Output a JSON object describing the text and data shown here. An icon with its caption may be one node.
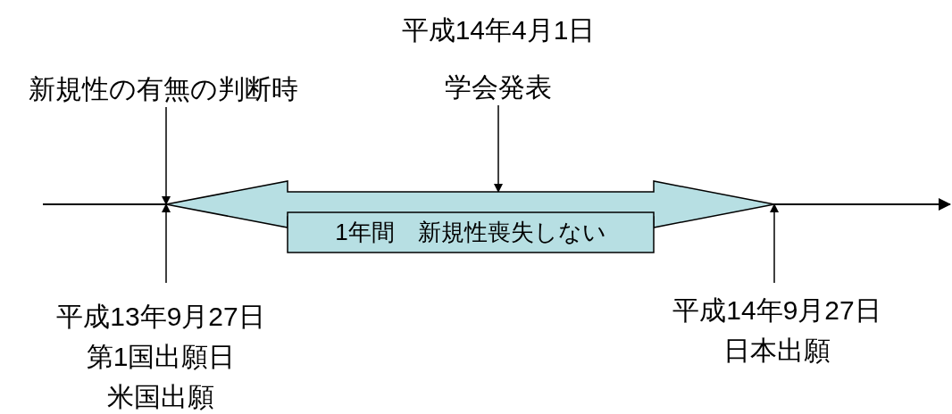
{
  "diagram": {
    "nodes": [
      {
        "text": [
          "新規性の有無の判断時"
        ]
      },
      {
        "text": [
          "平成14年4月1日",
          "学会発表"
        ]
      },
      {
        "text": [
          "1年間　新規性喪失しない"
        ]
      },
      {
        "text": [
          "平成13年9月27日",
          "第1国出願日",
          "米国出願"
        ]
      },
      {
        "text": [
          "平成14年9月27日",
          "日本出願"
        ]
      }
    ],
    "edges": [
      {
        "from": 0,
        "to": 2,
        "arrow": "to"
      },
      {
        "from": 1,
        "to": 2,
        "arrow": "to"
      },
      {
        "from": 3,
        "to": 2,
        "arrow": "to"
      },
      {
        "from": 4,
        "to": 2,
        "arrow": "to"
      }
    ]
  }
}
